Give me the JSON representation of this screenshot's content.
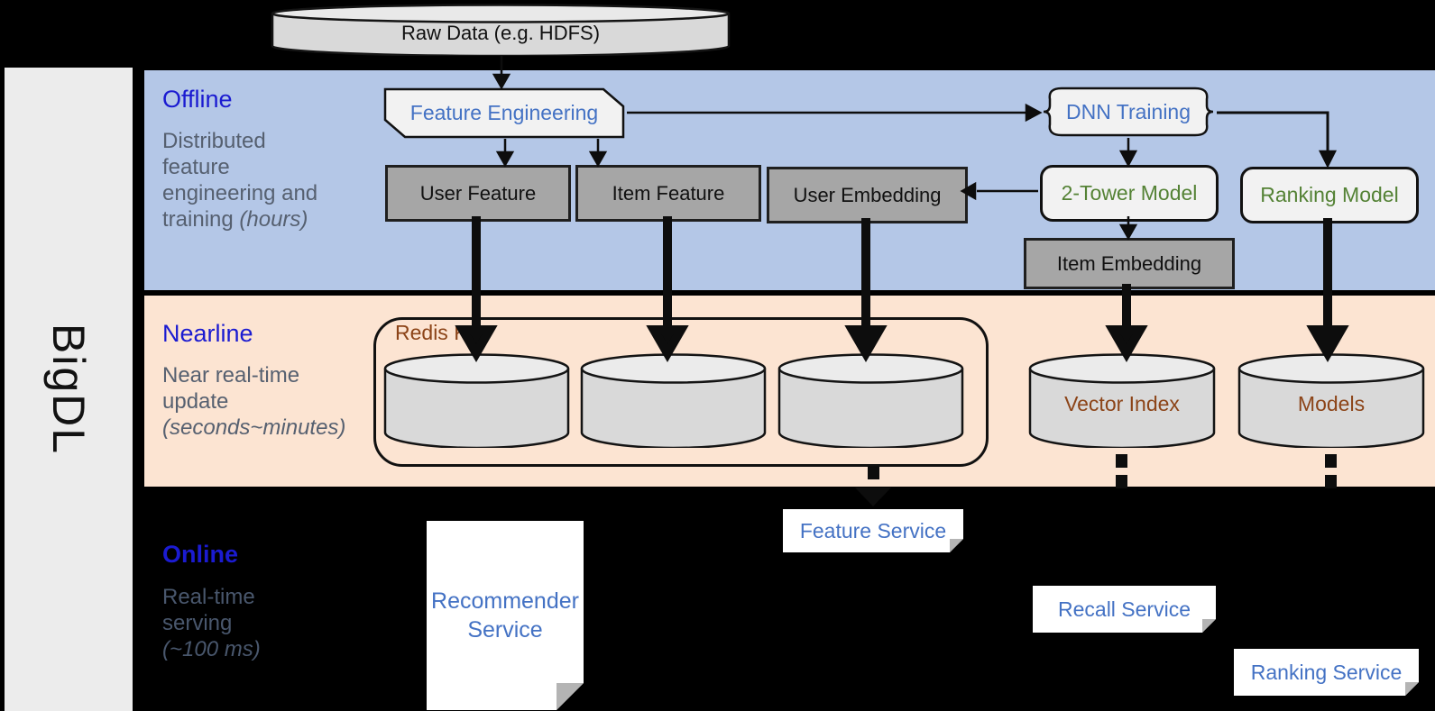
{
  "brand": {
    "name": "BigDL"
  },
  "datastores": {
    "raw_data": "Raw Data (e.g. HDFS)",
    "redis_kv": "Redis KV",
    "vector_index": "Vector Index",
    "models": "Models"
  },
  "sections": {
    "offline": {
      "title": "Offline",
      "description": "Distributed feature engineering and training",
      "duration": "(hours)"
    },
    "nearline": {
      "title": "Nearline",
      "description": "Near real-time update",
      "duration": "(seconds~minutes)"
    },
    "online": {
      "title": "Online",
      "description": "Real-time serving",
      "duration": "(~100 ms)"
    }
  },
  "nodes": {
    "feature_engineering": "Feature Engineering",
    "dnn_training": "DNN Training",
    "user_feature": "User Feature",
    "item_feature": "Item Feature",
    "user_embedding": "User Embedding",
    "two_tower_model": "2-Tower Model",
    "ranking_model": "Ranking Model",
    "item_embedding": "Item Embedding"
  },
  "services": {
    "recommender": "Recommender Service",
    "feature": "Feature Service",
    "recall": "Recall Service",
    "ranking": "Ranking Service"
  },
  "colors": {
    "background": "#000000",
    "offline_band": "#b4c7e7",
    "nearline_band": "#fce4d2",
    "sidebar": "#ececec",
    "section_title_blue": "#1b1bd1",
    "section_description_gray": "#566070",
    "node_text_blue": "#4472c4",
    "node_text_green": "#548235",
    "datastore_text_brown": "#8c4418",
    "gray_box_fill": "#a6a6a6",
    "light_box_fill": "#f2f2f2",
    "cylinder_fill": "#d9d9d9"
  }
}
